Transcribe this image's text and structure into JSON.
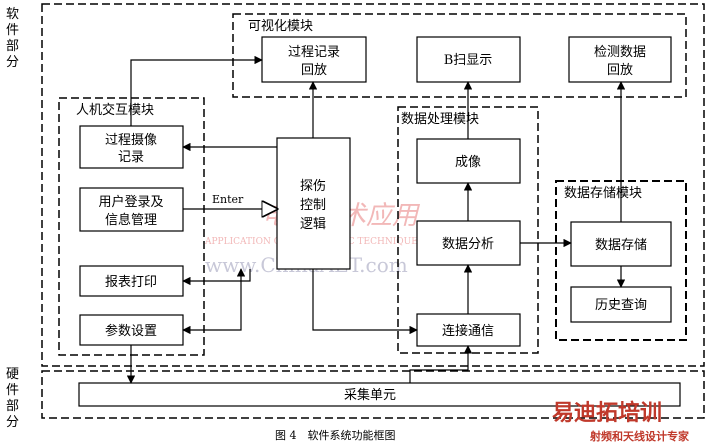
{
  "side_labels": {
    "software": [
      "软",
      "件",
      "部",
      "分"
    ],
    "hardware": [
      "硬",
      "件",
      "部",
      "分"
    ]
  },
  "modules": {
    "visualization": "可视化模块",
    "hci": "人机交互模块",
    "data_processing": "数据处理模块",
    "data_storage": "数据存储模块"
  },
  "boxes": {
    "process_playback": [
      "过程记录",
      "回放"
    ],
    "bscan_display": "B扫显示",
    "detection_playback": [
      "检测数据",
      "回放"
    ],
    "process_camera": [
      "过程摄像",
      "记录"
    ],
    "login": [
      "用户登录及",
      "信息管理"
    ],
    "report_print": "报表打印",
    "param_setting": "参数设置",
    "flaw_control": [
      "探伤",
      "控制",
      "逻辑"
    ],
    "imaging": "成像",
    "data_analysis": "数据分析",
    "data_storage": "数据存储",
    "history_query": "历史查询",
    "connection": "连接通信",
    "acquisition": "采集单元"
  },
  "enter_label": "Enter",
  "caption": "图 4　软件系统功能框图",
  "watermark": {
    "main": "电子技术应用",
    "sub": "APPLICATION OF ELECTRONIC TECHNIQUE",
    "site": "www.ChinaAET.com"
  },
  "logo": {
    "title": "易迪拓培训",
    "subtitle": "射频和天线设计专家"
  }
}
